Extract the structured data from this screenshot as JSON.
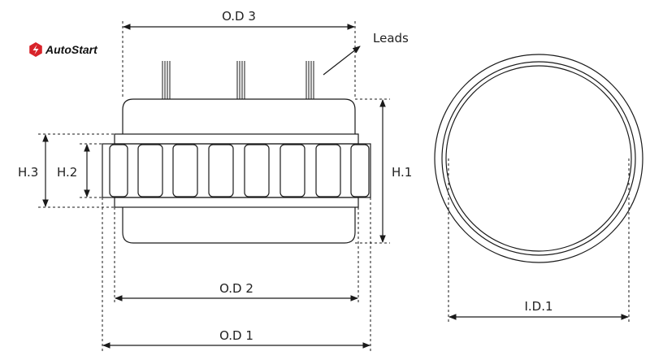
{
  "brand": {
    "name": "AutoStart",
    "icon": "autostart-logo-icon",
    "color": "#d8232a"
  },
  "labels": {
    "od3": "O.D 3",
    "od2": "O.D 2",
    "od1": "O.D 1",
    "h1": "H.1",
    "h2": "H.2",
    "h3": "H.3",
    "id1": "I.D.1",
    "leads": "Leads"
  }
}
